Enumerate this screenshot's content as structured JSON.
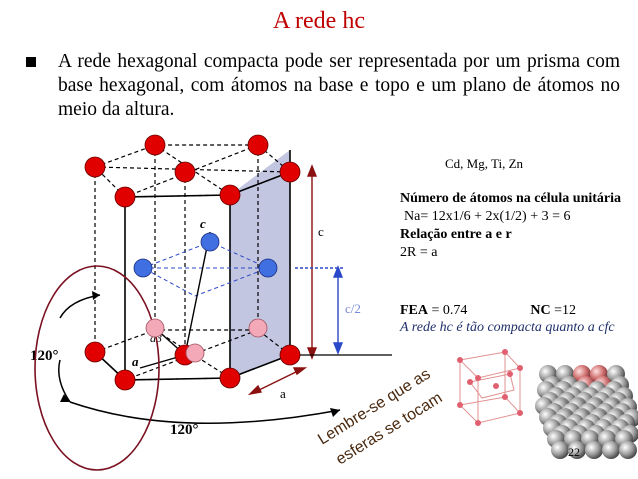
{
  "title": "A rede hc",
  "description": "A rede hexagonal compacta pode ser representada por um prisma com base hexagonal, com átomos na base e topo e um plano de átomos no meio da altura.",
  "elements": "Cd, Mg, Ti, Zn",
  "atoms_heading": "Número de átomos na célula unitária",
  "atoms_formula": "Na= 12x1/6 + 2x(1/2) + 3 = 6",
  "relation_heading": "Relação entre a e r",
  "relation_formula": "2R = a",
  "fea_label": "FEA",
  "fea_value": "= 0.74",
  "nc_label": "NC",
  "nc_value": "=12",
  "compact_note": "A rede hc é tão compacta quanto a cfc",
  "diagram": {
    "label_c": "c",
    "label_c_half": "c/2",
    "label_a": "a",
    "label_c_vec": "c",
    "label_a3": "a3",
    "label_a_vec": "a",
    "angle_left": "120°",
    "angle_bottom": "120°",
    "note_line1": "Lembre-se que as",
    "note_line2": "esferas se tocam"
  },
  "page_number": "22",
  "colors": {
    "title": "#c00000",
    "corner_atom": "#e00000",
    "mid_atom": "#f4a9b8",
    "blue_atom": "#3f6fe0",
    "face": "#b7bcdc",
    "ellipse": "#7a1020"
  }
}
